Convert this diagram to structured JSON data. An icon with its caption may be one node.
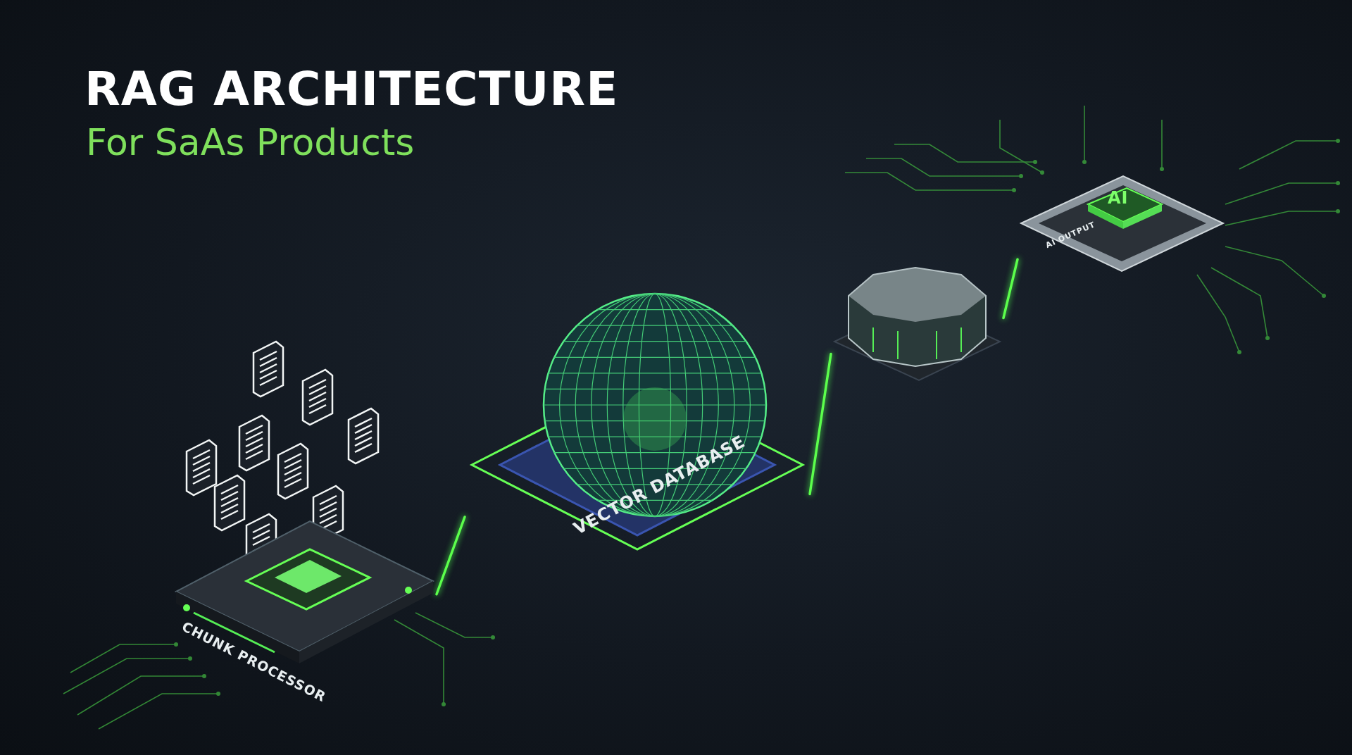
{
  "diagram": {
    "title": "RAG ARCHITECTURE",
    "caption": "For SaAs Products",
    "nodes": [
      {
        "text": [
          "CHUNK PROCESSOR"
        ]
      },
      {
        "text": [
          "VECTOR DATABASE"
        ]
      },
      {
        "text": [],
        "shape": "cylinder"
      },
      {
        "text": [
          "AI",
          "AI OUTPUT"
        ]
      }
    ],
    "edges": [
      {
        "from": 0,
        "to": 1,
        "arrow": "none"
      },
      {
        "from": 1,
        "to": 2,
        "arrow": "none"
      },
      {
        "from": 2,
        "to": 3,
        "arrow": "none"
      }
    ]
  }
}
